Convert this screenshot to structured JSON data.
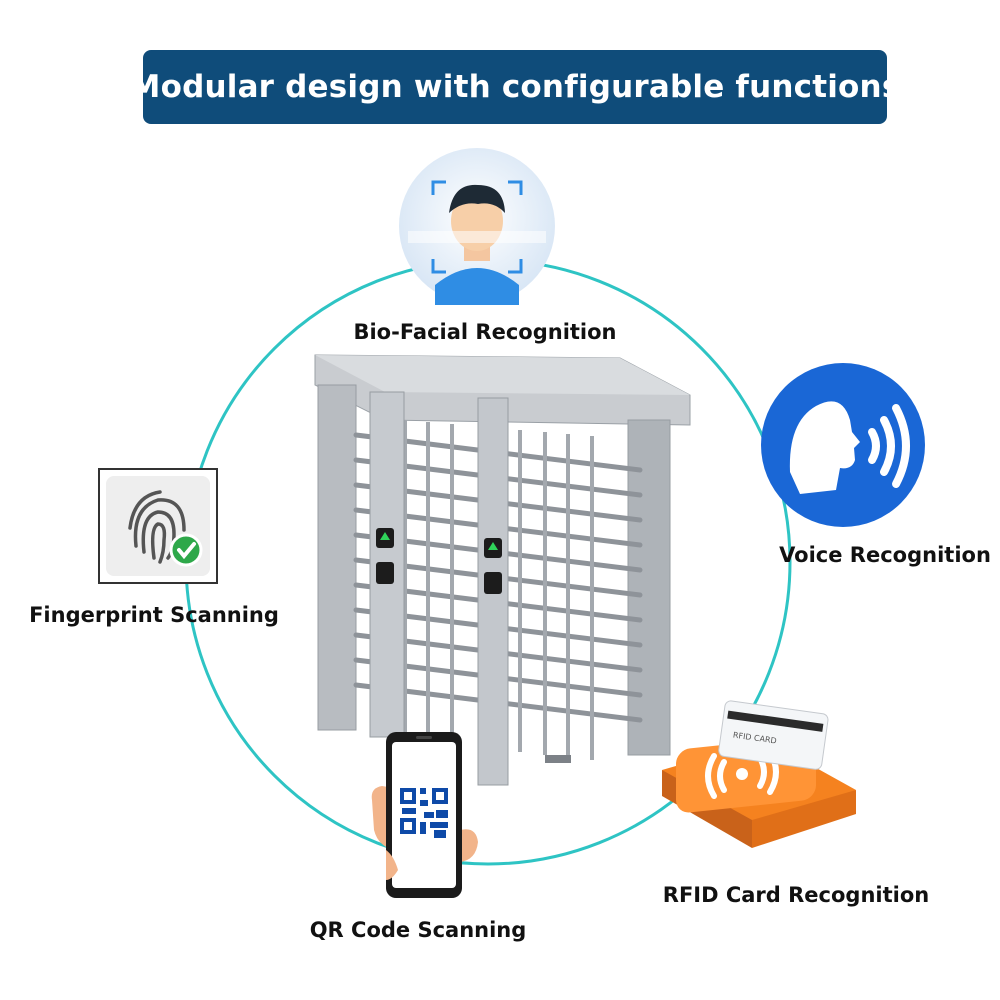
{
  "header": {
    "title": "Modular design with configurable functions"
  },
  "features": {
    "facial": {
      "label": "Bio-Facial Recognition",
      "icon": "face-scan-icon"
    },
    "voice": {
      "label": "Voice Recognition",
      "icon": "voice-speaking-icon"
    },
    "fingerprint": {
      "label": "Fingerprint Scanning",
      "icon": "fingerprint-icon"
    },
    "rfid": {
      "label": "RFID Card Recognition",
      "icon": "rfid-reader-icon",
      "card_text": "RFID CARD"
    },
    "qr": {
      "label": "QR Code Scanning",
      "icon": "qr-phone-icon"
    }
  },
  "colors": {
    "banner": "#0f4c7a",
    "ring": "#2ec4c4",
    "voice": "#1a67d6",
    "rfid": "#f5821f",
    "check": "#2ea84a",
    "steel": "#b9bdc2"
  }
}
